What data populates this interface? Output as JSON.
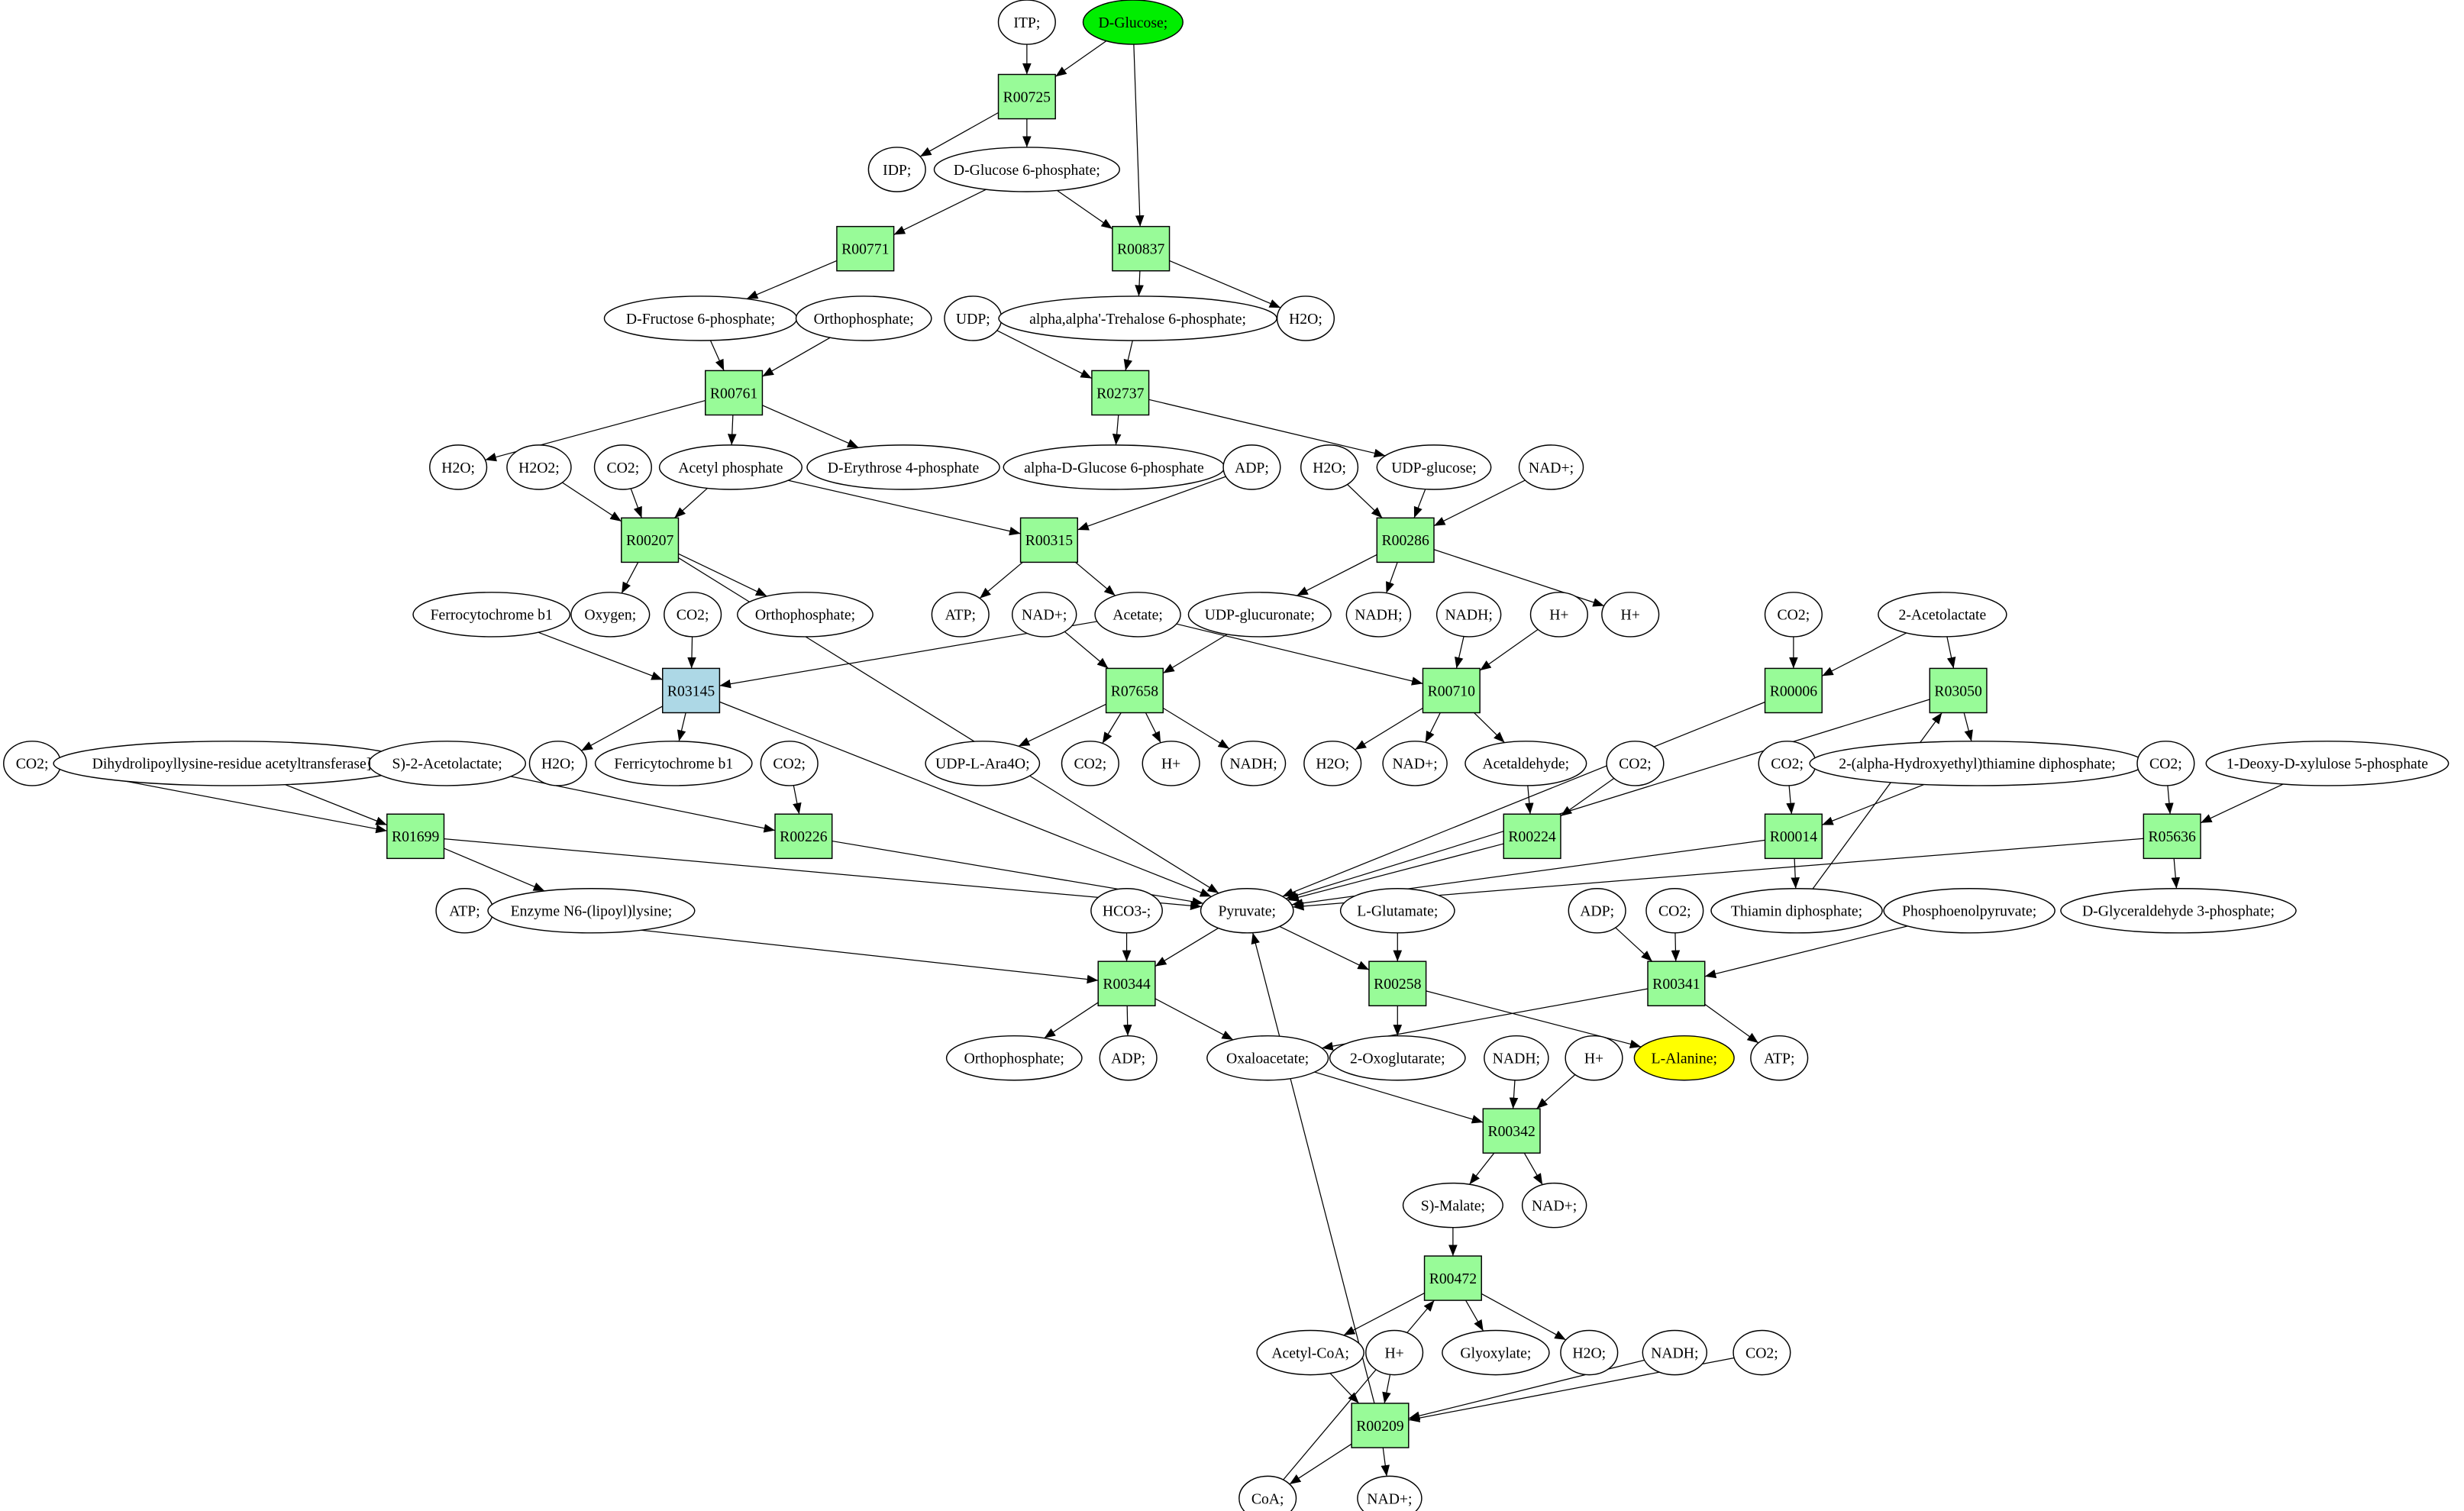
{
  "colors": {
    "reaction": "#98fb98",
    "reaction_highlight": "#add8e6",
    "compound": "#ffffff",
    "source": "#00ee00",
    "target": "#ffff00"
  },
  "nodes": [
    {
      "id": "c_itp",
      "label": "ITP;",
      "kind": "compound"
    },
    {
      "id": "c_glc",
      "label": "D-Glucose;",
      "kind": "source"
    },
    {
      "id": "r00725",
      "label": "R00725",
      "kind": "reaction"
    },
    {
      "id": "c_idp",
      "label": "IDP;",
      "kind": "compound"
    },
    {
      "id": "c_g6p",
      "label": "D-Glucose 6-phosphate;",
      "kind": "compound"
    },
    {
      "id": "r00771",
      "label": "R00771",
      "kind": "reaction"
    },
    {
      "id": "r00837",
      "label": "R00837",
      "kind": "reaction"
    },
    {
      "id": "c_f6p",
      "label": "D-Fructose 6-phosphate;",
      "kind": "compound"
    },
    {
      "id": "c_orth1",
      "label": "Orthophosphate;",
      "kind": "compound"
    },
    {
      "id": "c_udp",
      "label": "UDP;",
      "kind": "compound"
    },
    {
      "id": "c_tre",
      "label": "alpha,alpha'-Trehalose 6-phosphate;",
      "kind": "compound"
    },
    {
      "id": "c_h2o1",
      "label": "H2O;",
      "kind": "compound"
    },
    {
      "id": "r00761",
      "label": "R00761",
      "kind": "reaction"
    },
    {
      "id": "r02737",
      "label": "R02737",
      "kind": "reaction"
    },
    {
      "id": "c_h2o2",
      "label": "H2O;",
      "kind": "compound"
    },
    {
      "id": "c_h2o2b",
      "label": "H2O2;",
      "kind": "compound"
    },
    {
      "id": "c_co2a",
      "label": "CO2;",
      "kind": "compound"
    },
    {
      "id": "c_acp",
      "label": "Acetyl phosphate",
      "kind": "compound"
    },
    {
      "id": "c_e4p",
      "label": "D-Erythrose 4-phosphate",
      "kind": "compound"
    },
    {
      "id": "c_ag6p",
      "label": "alpha-D-Glucose 6-phosphate",
      "kind": "compound"
    },
    {
      "id": "c_adp1",
      "label": "ADP;",
      "kind": "compound"
    },
    {
      "id": "c_h2o3",
      "label": "H2O;",
      "kind": "compound"
    },
    {
      "id": "c_udpg",
      "label": "UDP-glucose;",
      "kind": "compound"
    },
    {
      "id": "c_nad1",
      "label": "NAD+;",
      "kind": "compound"
    },
    {
      "id": "r00207",
      "label": "R00207",
      "kind": "reaction"
    },
    {
      "id": "r00315",
      "label": "R00315",
      "kind": "reaction"
    },
    {
      "id": "r00286",
      "label": "R00286",
      "kind": "reaction"
    },
    {
      "id": "c_fcb",
      "label": "Ferrocytochrome b1",
      "kind": "compound"
    },
    {
      "id": "c_oxy",
      "label": "Oxygen;",
      "kind": "compound"
    },
    {
      "id": "c_co2b",
      "label": "CO2;",
      "kind": "compound"
    },
    {
      "id": "c_orth2",
      "label": "Orthophosphate;",
      "kind": "compound"
    },
    {
      "id": "c_atp1",
      "label": "ATP;",
      "kind": "compound"
    },
    {
      "id": "c_nad2",
      "label": "NAD+;",
      "kind": "compound"
    },
    {
      "id": "c_ace",
      "label": "Acetate;",
      "kind": "compound"
    },
    {
      "id": "c_udpgu",
      "label": "UDP-glucuronate;",
      "kind": "compound"
    },
    {
      "id": "c_nadh1",
      "label": "NADH;",
      "kind": "compound"
    },
    {
      "id": "c_nadh2",
      "label": "NADH;",
      "kind": "compound"
    },
    {
      "id": "c_hp1",
      "label": "H+",
      "kind": "compound"
    },
    {
      "id": "c_hp2",
      "label": "H+",
      "kind": "compound"
    },
    {
      "id": "c_co2c",
      "label": "CO2;",
      "kind": "compound"
    },
    {
      "id": "c_acl",
      "label": "2-Acetolactate",
      "kind": "compound"
    },
    {
      "id": "r03145",
      "label": "R03145",
      "kind": "reaction_highlight"
    },
    {
      "id": "r07658",
      "label": "R07658",
      "kind": "reaction"
    },
    {
      "id": "r00710",
      "label": "R00710",
      "kind": "reaction"
    },
    {
      "id": "r00006",
      "label": "R00006",
      "kind": "reaction"
    },
    {
      "id": "r03050",
      "label": "R03050",
      "kind": "reaction"
    },
    {
      "id": "c_co2d",
      "label": "CO2;",
      "kind": "compound"
    },
    {
      "id": "c_dhl",
      "label": "Dihydrolipoyllysine-residue acetyltransferase]",
      "kind": "compound"
    },
    {
      "id": "c_sacl",
      "label": "S)-2-Acetolactate;",
      "kind": "compound"
    },
    {
      "id": "c_h2o4",
      "label": "H2O;",
      "kind": "compound"
    },
    {
      "id": "c_fecb",
      "label": "Ferricytochrome b1",
      "kind": "compound"
    },
    {
      "id": "c_co2e",
      "label": "CO2;",
      "kind": "compound"
    },
    {
      "id": "c_ara",
      "label": "UDP-L-Ara4O;",
      "kind": "compound"
    },
    {
      "id": "c_co2f",
      "label": "CO2;",
      "kind": "compound"
    },
    {
      "id": "c_hp3",
      "label": "H+",
      "kind": "compound"
    },
    {
      "id": "c_nadh3",
      "label": "NADH;",
      "kind": "compound"
    },
    {
      "id": "c_h2o5",
      "label": "H2O;",
      "kind": "compound"
    },
    {
      "id": "c_nad3",
      "label": "NAD+;",
      "kind": "compound"
    },
    {
      "id": "c_acald",
      "label": "Acetaldehyde;",
      "kind": "compound"
    },
    {
      "id": "c_co2g",
      "label": "CO2;",
      "kind": "compound"
    },
    {
      "id": "c_co2h",
      "label": "CO2;",
      "kind": "compound"
    },
    {
      "id": "c_hte",
      "label": "2-(alpha-Hydroxyethyl)thiamine diphosphate;",
      "kind": "compound"
    },
    {
      "id": "c_co2i",
      "label": "CO2;",
      "kind": "compound"
    },
    {
      "id": "c_dxp",
      "label": "1-Deoxy-D-xylulose 5-phosphate",
      "kind": "compound"
    },
    {
      "id": "r01699",
      "label": "R01699",
      "kind": "reaction"
    },
    {
      "id": "r00226",
      "label": "R00226",
      "kind": "reaction"
    },
    {
      "id": "r00224",
      "label": "R00224",
      "kind": "reaction"
    },
    {
      "id": "r00014",
      "label": "R00014",
      "kind": "reaction"
    },
    {
      "id": "r05636",
      "label": "R05636",
      "kind": "reaction"
    },
    {
      "id": "c_atp2",
      "label": "ATP;",
      "kind": "compound"
    },
    {
      "id": "c_enz",
      "label": "Enzyme N6-(lipoyl)lysine;",
      "kind": "compound"
    },
    {
      "id": "c_hco3",
      "label": "HCO3-;",
      "kind": "compound"
    },
    {
      "id": "c_pyr",
      "label": "Pyruvate;",
      "kind": "compound"
    },
    {
      "id": "c_glu",
      "label": "L-Glutamate;",
      "kind": "compound"
    },
    {
      "id": "c_adp2",
      "label": "ADP;",
      "kind": "compound"
    },
    {
      "id": "c_co2j",
      "label": "CO2;",
      "kind": "compound"
    },
    {
      "id": "c_tdp",
      "label": "Thiamin diphosphate;",
      "kind": "compound"
    },
    {
      "id": "c_pep",
      "label": "Phosphoenolpyruvate;",
      "kind": "compound"
    },
    {
      "id": "c_gap",
      "label": "D-Glyceraldehyde 3-phosphate;",
      "kind": "compound"
    },
    {
      "id": "r00344",
      "label": "R00344",
      "kind": "reaction"
    },
    {
      "id": "r00258",
      "label": "R00258",
      "kind": "reaction"
    },
    {
      "id": "r00341",
      "label": "R00341",
      "kind": "reaction"
    },
    {
      "id": "c_orth3",
      "label": "Orthophosphate;",
      "kind": "compound"
    },
    {
      "id": "c_adp3",
      "label": "ADP;",
      "kind": "compound"
    },
    {
      "id": "c_oaa",
      "label": "Oxaloacetate;",
      "kind": "compound"
    },
    {
      "id": "c_oxg",
      "label": "2-Oxoglutarate;",
      "kind": "compound"
    },
    {
      "id": "c_nadh4",
      "label": "NADH;",
      "kind": "compound"
    },
    {
      "id": "c_hp4",
      "label": "H+",
      "kind": "compound"
    },
    {
      "id": "c_ala",
      "label": "L-Alanine;",
      "kind": "target"
    },
    {
      "id": "c_atp3",
      "label": "ATP;",
      "kind": "compound"
    },
    {
      "id": "r00342",
      "label": "R00342",
      "kind": "reaction"
    },
    {
      "id": "c_mal",
      "label": "S)-Malate;",
      "kind": "compound"
    },
    {
      "id": "c_nad4",
      "label": "NAD+;",
      "kind": "compound"
    },
    {
      "id": "r00472",
      "label": "R00472",
      "kind": "reaction"
    },
    {
      "id": "c_accoa",
      "label": "Acetyl-CoA;",
      "kind": "compound"
    },
    {
      "id": "c_hp5",
      "label": "H+",
      "kind": "compound"
    },
    {
      "id": "c_gly",
      "label": "Glyoxylate;",
      "kind": "compound"
    },
    {
      "id": "c_h2o6",
      "label": "H2O;",
      "kind": "compound"
    },
    {
      "id": "c_nadh5",
      "label": "NADH;",
      "kind": "compound"
    },
    {
      "id": "c_co2k",
      "label": "CO2;",
      "kind": "compound"
    },
    {
      "id": "r00209",
      "label": "R00209",
      "kind": "reaction"
    },
    {
      "id": "c_coa",
      "label": "CoA;",
      "kind": "compound"
    },
    {
      "id": "c_nad5",
      "label": "NAD+;",
      "kind": "compound"
    }
  ],
  "edges": [
    [
      "c_itp",
      "r00725"
    ],
    [
      "c_glc",
      "r00725"
    ],
    [
      "c_glc",
      "r00837"
    ],
    [
      "r00725",
      "c_idp"
    ],
    [
      "r00725",
      "c_g6p"
    ],
    [
      "c_g6p",
      "r00771"
    ],
    [
      "c_g6p",
      "r00837"
    ],
    [
      "r00771",
      "c_f6p"
    ],
    [
      "r00837",
      "c_tre"
    ],
    [
      "r00837",
      "c_h2o1"
    ],
    [
      "c_f6p",
      "r00761"
    ],
    [
      "c_orth1",
      "r00761"
    ],
    [
      "c_udp",
      "r02737"
    ],
    [
      "c_tre",
      "r02737"
    ],
    [
      "r00761",
      "c_h2o2"
    ],
    [
      "r00761",
      "c_acp"
    ],
    [
      "r00761",
      "c_e4p"
    ],
    [
      "r02737",
      "c_ag6p"
    ],
    [
      "r02737",
      "c_udpg"
    ],
    [
      "c_h2o2b",
      "r00207"
    ],
    [
      "c_co2a",
      "r00207"
    ],
    [
      "c_acp",
      "r00207"
    ],
    [
      "c_acp",
      "r00315"
    ],
    [
      "c_adp1",
      "r00315"
    ],
    [
      "c_h2o3",
      "r00286"
    ],
    [
      "c_udpg",
      "r00286"
    ],
    [
      "c_nad1",
      "r00286"
    ],
    [
      "r00207",
      "c_oxy"
    ],
    [
      "r00207",
      "c_orth2"
    ],
    [
      "r00207",
      "c_pyr"
    ],
    [
      "r00315",
      "c_atp1"
    ],
    [
      "r00315",
      "c_ace"
    ],
    [
      "r00286",
      "c_udpgu"
    ],
    [
      "r00286",
      "c_nadh1"
    ],
    [
      "r00286",
      "c_hp2"
    ],
    [
      "c_fcb",
      "r03145"
    ],
    [
      "c_co2b",
      "r03145"
    ],
    [
      "c_ace",
      "r03145"
    ],
    [
      "c_ace",
      "r00710"
    ],
    [
      "c_nad2",
      "r07658"
    ],
    [
      "c_udpgu",
      "r07658"
    ],
    [
      "c_nadh2",
      "r00710"
    ],
    [
      "c_hp1",
      "r00710"
    ],
    [
      "c_co2c",
      "r00006"
    ],
    [
      "c_acl",
      "r00006"
    ],
    [
      "c_acl",
      "r03050"
    ],
    [
      "r03145",
      "c_h2o4"
    ],
    [
      "r03145",
      "c_fecb"
    ],
    [
      "r03145",
      "c_pyr"
    ],
    [
      "r07658",
      "c_ara"
    ],
    [
      "r07658",
      "c_co2f"
    ],
    [
      "r07658",
      "c_hp3"
    ],
    [
      "r07658",
      "c_nadh3"
    ],
    [
      "r00710",
      "c_h2o5"
    ],
    [
      "r00710",
      "c_nad3"
    ],
    [
      "r00710",
      "c_acald"
    ],
    [
      "r03050",
      "c_hte"
    ],
    [
      "r03050",
      "c_pyr"
    ],
    [
      "r00006",
      "c_pyr"
    ],
    [
      "c_co2d",
      "r01699"
    ],
    [
      "c_dhl",
      "r01699"
    ],
    [
      "r01699",
      "c_pyr"
    ],
    [
      "r01699",
      "c_enz"
    ],
    [
      "c_sacl",
      "r00226"
    ],
    [
      "c_co2e",
      "r00226"
    ],
    [
      "r00226",
      "c_pyr"
    ],
    [
      "c_acald",
      "r00224"
    ],
    [
      "c_co2g",
      "r00224"
    ],
    [
      "r00224",
      "c_pyr"
    ],
    [
      "c_co2h",
      "r00014"
    ],
    [
      "c_hte",
      "r00014"
    ],
    [
      "r00014",
      "c_tdp"
    ],
    [
      "r00014",
      "c_pyr"
    ],
    [
      "c_co2i",
      "r05636"
    ],
    [
      "c_dxp",
      "r05636"
    ],
    [
      "r05636",
      "c_gap"
    ],
    [
      "r05636",
      "c_pyr"
    ],
    [
      "c_tdp",
      "r03050"
    ],
    [
      "c_atp2",
      "r00344"
    ],
    [
      "c_hco3",
      "r00344"
    ],
    [
      "c_pyr",
      "r00344"
    ],
    [
      "r00344",
      "c_orth3"
    ],
    [
      "r00344",
      "c_adp3"
    ],
    [
      "r00344",
      "c_oaa"
    ],
    [
      "c_pyr",
      "r00258"
    ],
    [
      "c_glu",
      "r00258"
    ],
    [
      "r00258",
      "c_oxg"
    ],
    [
      "r00258",
      "c_ala"
    ],
    [
      "c_adp2",
      "r00341"
    ],
    [
      "c_co2j",
      "r00341"
    ],
    [
      "c_pep",
      "r00341"
    ],
    [
      "r00341",
      "c_oaa"
    ],
    [
      "r00341",
      "c_atp3"
    ],
    [
      "c_oaa",
      "r00342"
    ],
    [
      "c_nadh4",
      "r00342"
    ],
    [
      "c_hp4",
      "r00342"
    ],
    [
      "r00342",
      "c_mal"
    ],
    [
      "r00342",
      "c_nad4"
    ],
    [
      "c_mal",
      "r00472"
    ],
    [
      "r00472",
      "c_accoa"
    ],
    [
      "r00472",
      "c_gly"
    ],
    [
      "r00472",
      "c_h2o6"
    ],
    [
      "c_coa",
      "r00472"
    ],
    [
      "c_accoa",
      "r00209"
    ],
    [
      "c_hp5",
      "r00209"
    ],
    [
      "c_nadh5",
      "r00209"
    ],
    [
      "c_co2k",
      "r00209"
    ],
    [
      "r00209",
      "c_coa"
    ],
    [
      "r00209",
      "c_nad5"
    ],
    [
      "r00209",
      "c_pyr"
    ]
  ]
}
